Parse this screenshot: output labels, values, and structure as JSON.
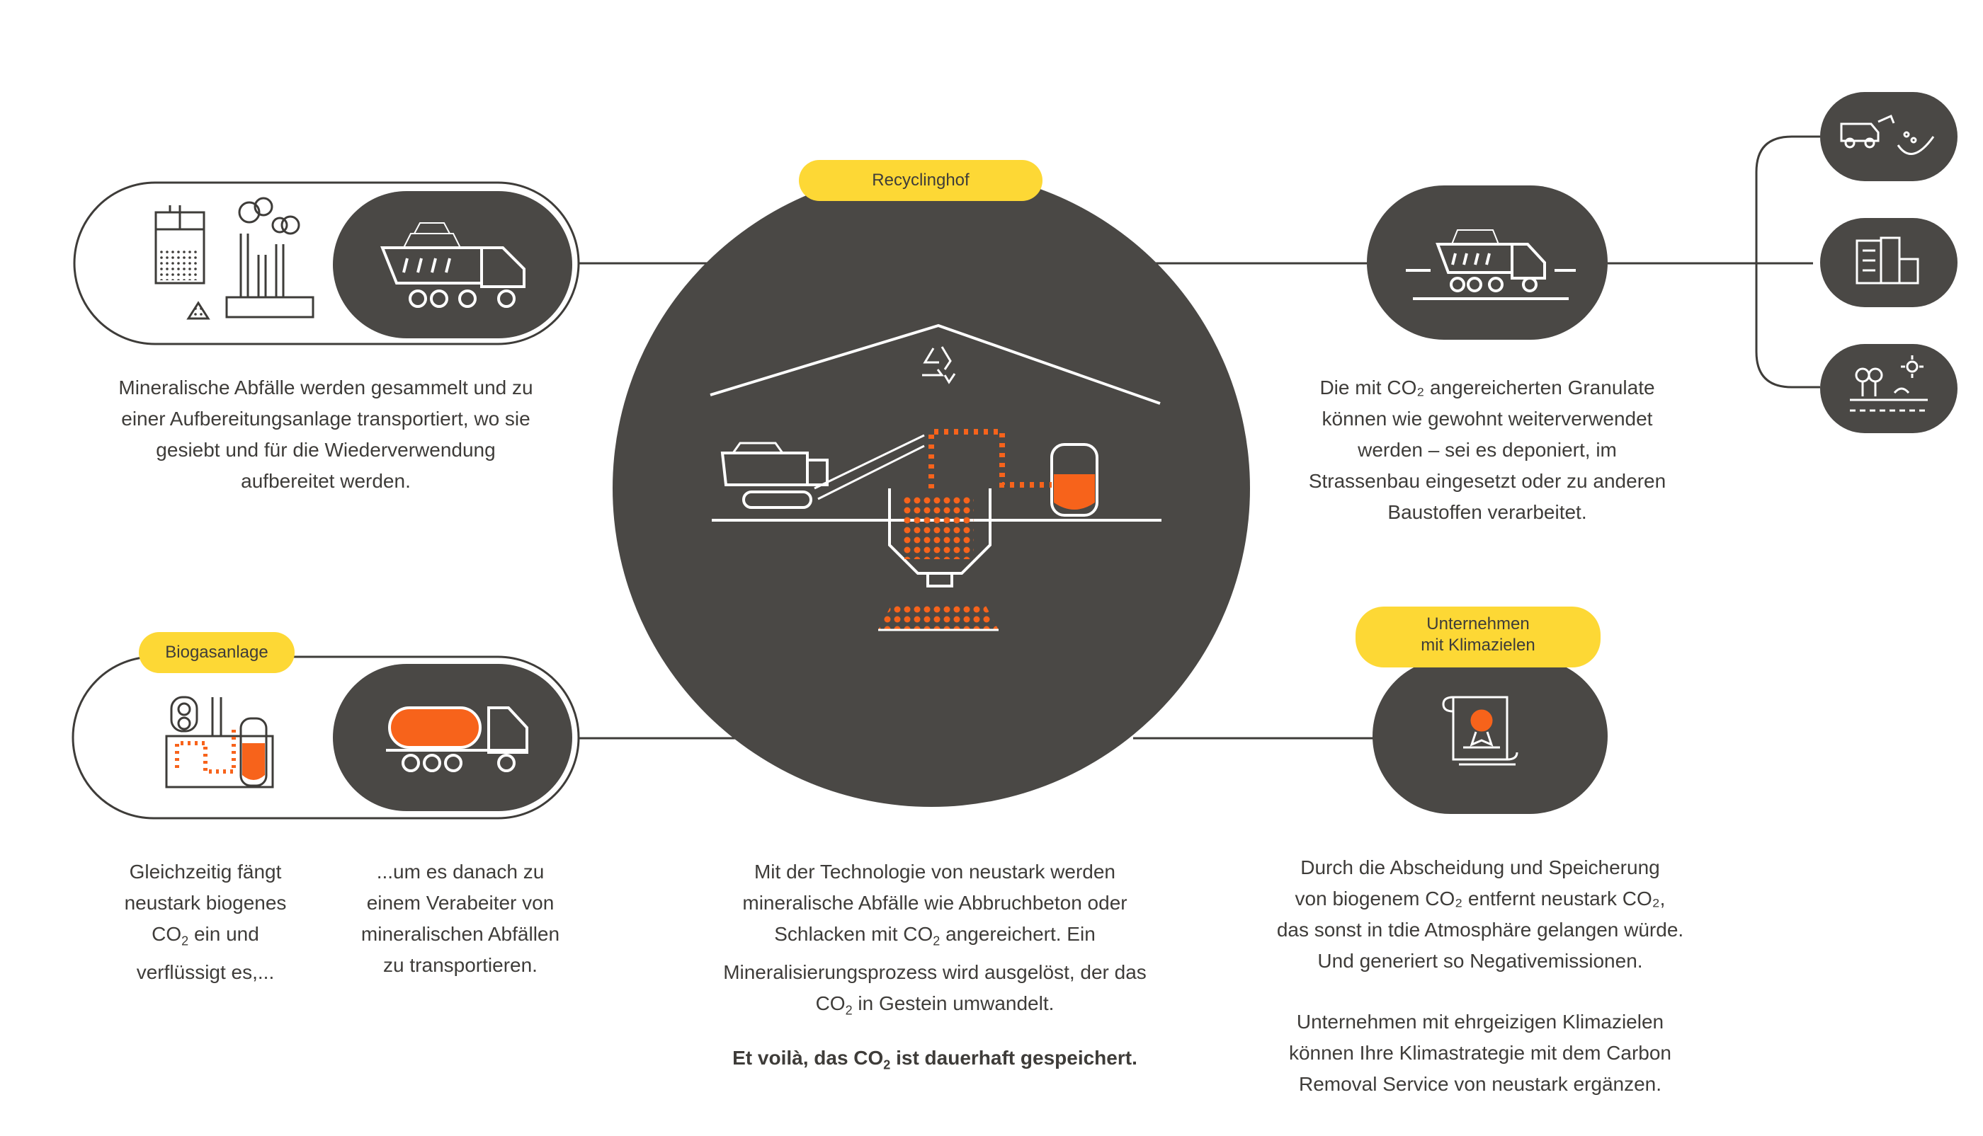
{
  "labels": {
    "recyclinghof": "Recyclinghof",
    "biogasanlage": "Biogasanlage",
    "unternehmen_line1": "Unternehmen",
    "unternehmen_line2": "mit Klimazielen"
  },
  "texts": {
    "mineral": [
      "Mineralische Abfälle werden gesammelt und zu",
      "einer Aufbereitungsanlage transportiert, wo sie",
      "gesiebt und für die Wiederverwendung",
      "aufbereitet werden."
    ],
    "granulate": [
      "Die mit CO₂ angereicherten Granulate",
      "können wie gewohnt weiterverwendet",
      "werden – sei es deponiert, im",
      "Strassenbau eingesetzt oder zu anderen",
      "Baustoffen verarbeitet."
    ],
    "capture": {
      "l1": "Gleichzeitig fängt",
      "l2": "neustark biogenes",
      "co2": "CO",
      "sub": "2",
      "l3_rest": " ein und",
      "l4": "verflüssigt es,..."
    },
    "transport": [
      "...um es danach zu",
      "einem Verabeiter von",
      "mineralischen Abfällen",
      "zu transportieren."
    ],
    "technology": {
      "l1": "Mit der Technologie von neustark werden",
      "l2": "mineralische Abfälle wie Abbruchbeton oder",
      "l3_pre": "Schlacken mit CO",
      "l3_sub": "2",
      "l3_post": " angereichert. Ein",
      "l4": "Mineralisierungsprozess wird ausgelöst, der das",
      "l5_pre": "CO",
      "l5_sub": "2",
      "l5_post": " in Gestein umwandelt.",
      "bold_pre": "Et voilà, das CO",
      "bold_sub": "2",
      "bold_post": " ist dauerhaft gespeichert."
    },
    "removal": [
      "Durch die Abscheidung und Speicherung",
      "von biogenem CO₂ entfernt neustark CO₂,",
      "das sonst in tdie Atmosphäre gelangen würde.",
      "Und generiert so Negativemissionen."
    ],
    "companies": [
      "Unternehmen mit ehrgeizigen Klimazielen",
      "können Ihre Klimastrategie mit dem Carbon",
      "Removal Service von neustark ergänzen."
    ]
  },
  "colors": {
    "dark": "#4a4845",
    "outline": "#3e3c39",
    "yellow": "#fdd835",
    "orange": "#f7631b",
    "text": "#3e3c39"
  }
}
